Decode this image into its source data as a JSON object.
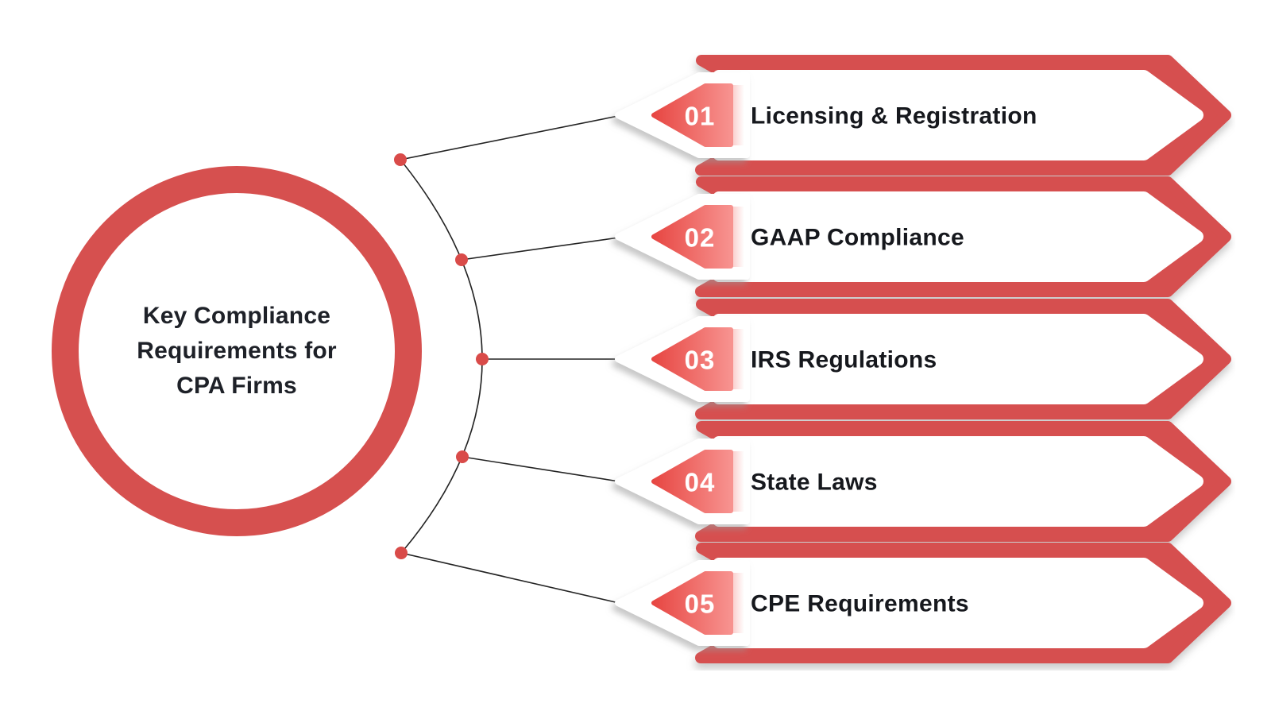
{
  "diagram": {
    "center_title_lines": [
      "Key Compliance",
      "Requirements for",
      "CPA Firms"
    ],
    "items": [
      {
        "number": "01",
        "label": "Licensing & Registration"
      },
      {
        "number": "02",
        "label": "GAAP Compliance"
      },
      {
        "number": "03",
        "label": "IRS Regulations"
      },
      {
        "number": "04",
        "label": "State Laws"
      },
      {
        "number": "05",
        "label": "CPE Requirements"
      }
    ],
    "colors": {
      "accent_red": "#d6504f",
      "number_pentagon_gradient_start": "#e74743",
      "number_pentagon_gradient_end": "#f7928f",
      "connector_line": "#232323",
      "connector_dot": "#d94b49",
      "title_text": "#1e2128",
      "label_text": "#16181d",
      "number_text": "#ffffff",
      "background": "#ffffff"
    }
  }
}
